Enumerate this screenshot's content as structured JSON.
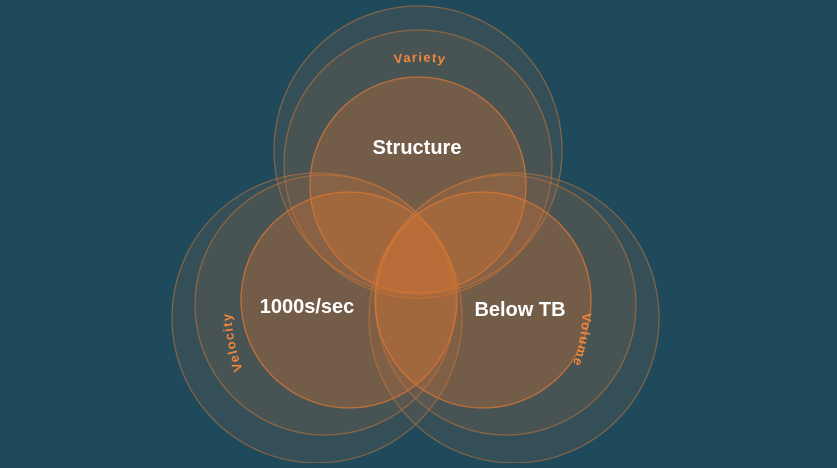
{
  "diagram": {
    "sets": [
      {
        "id": "variety",
        "arc_label": "Variety",
        "center_label": "Structure"
      },
      {
        "id": "velocity",
        "arc_label": "Velocity",
        "center_label": "1000s/sec"
      },
      {
        "id": "volume",
        "arc_label": "Volume",
        "center_label": "Below TB"
      }
    ],
    "colors": {
      "background": "#1f4a5c",
      "accent": "#f0873c",
      "fill": "#c8763a",
      "text": "#ffffff"
    }
  }
}
